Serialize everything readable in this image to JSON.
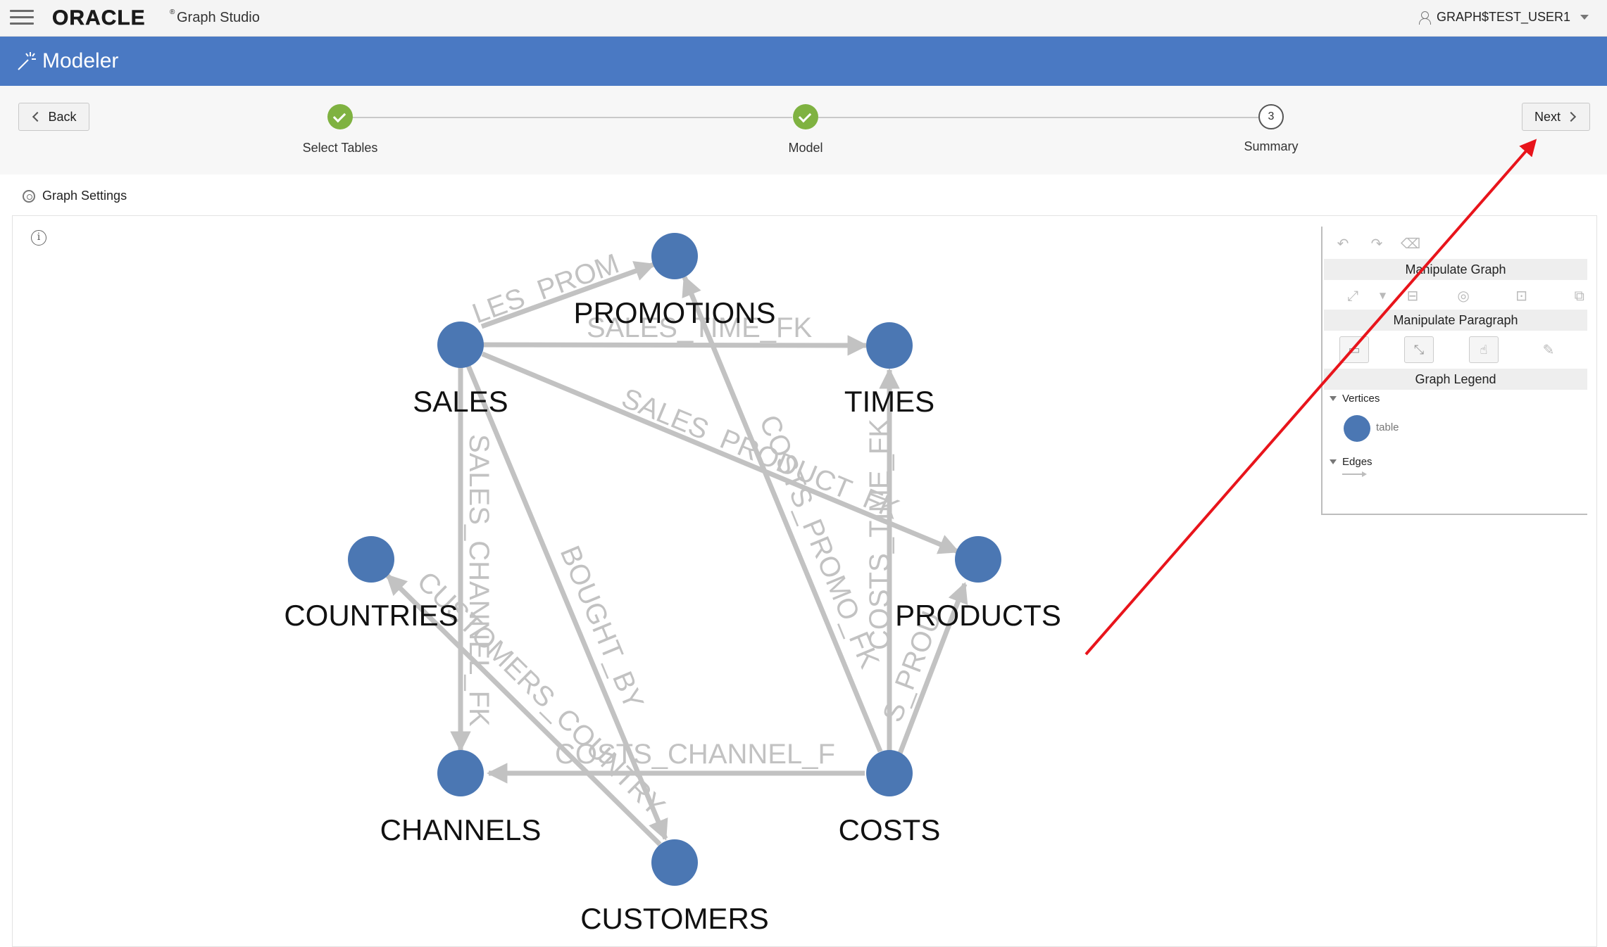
{
  "app": {
    "brand": "ORACLE",
    "product": "Graph Studio",
    "user": "GRAPH$TEST_USER1"
  },
  "header": {
    "title": "Modeler"
  },
  "train": {
    "back_label": "Back",
    "next_label": "Next",
    "steps": [
      {
        "label": "Select Tables",
        "status": "done"
      },
      {
        "label": "Model",
        "status": "done"
      },
      {
        "label": "Summary",
        "status": "current",
        "number": "3"
      }
    ]
  },
  "graph_settings": {
    "label": "Graph Settings"
  },
  "graph": {
    "vertices": [
      "PROMOTIONS",
      "SALES",
      "TIMES",
      "COUNTRIES",
      "PRODUCTS",
      "CHANNELS",
      "COSTS",
      "CUSTOMERS"
    ],
    "edges": [
      {
        "label": "LES_PROM",
        "from": "SALES",
        "to": "PROMOTIONS"
      },
      {
        "label": "SALES_TIME_FK",
        "from": "SALES",
        "to": "TIMES"
      },
      {
        "label": "SALES_PRODUCT_FK",
        "from": "SALES",
        "to": "PRODUCTS"
      },
      {
        "label": "SALES_CHANNEL_FK",
        "from": "SALES",
        "to": "CHANNELS"
      },
      {
        "label": "BOUGHT_BY",
        "from": "SALES",
        "to": "CUSTOMERS"
      },
      {
        "label": "COSTS_PROMO_FK",
        "from": "COSTS",
        "to": "PROMOTIONS"
      },
      {
        "label": "COSTS_TIME_FK",
        "from": "COSTS",
        "to": "TIMES"
      },
      {
        "label": "S_PROU",
        "from": "COSTS",
        "to": "PRODUCTS"
      },
      {
        "label": "COSTS_CHANNEL_F",
        "from": "COSTS",
        "to": "CHANNELS"
      },
      {
        "label": "CUSTOMERS_COUNTRY",
        "from": "CUSTOMERS",
        "to": "COUNTRIES"
      }
    ],
    "colors": {
      "vertex": "#4b77b3",
      "edge": "#c2c2c2",
      "annotation_arrow": "#e8141b"
    }
  },
  "panel": {
    "manipulate_graph": "Manipulate Graph",
    "manipulate_paragraph": "Manipulate Paragraph",
    "graph_legend": "Graph Legend",
    "vertices_label": "Vertices",
    "vertex_type": "table",
    "edges_label": "Edges"
  }
}
